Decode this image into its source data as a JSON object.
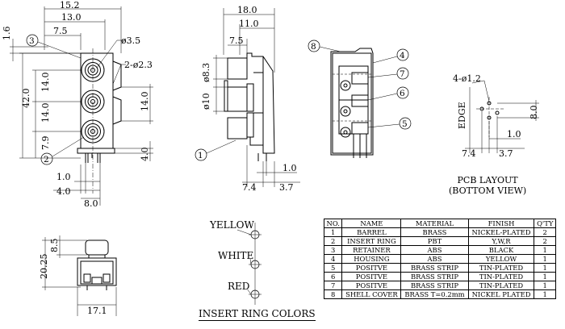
{
  "front_view": {
    "dims": {
      "d15_2": "15.2",
      "d13_0": "13.0",
      "d7_5": "7.5",
      "d1_6": "1.6",
      "d3_5": "ø3.5",
      "d2_2_3": "2-ø2.3",
      "d42_0": "42.0",
      "d14_0a": "14.0",
      "d14_0b": "14.0",
      "d7_9": "7.9",
      "d14_0c": "14.0",
      "d4_0r": "4.0",
      "d1_0": "1.0",
      "d4_0b": "4.0",
      "d8_0": "8.0"
    },
    "callouts": [
      "3",
      "2"
    ]
  },
  "side_view": {
    "dims": {
      "d18_0": "18.0",
      "d11_0": "11.0",
      "d7_5": "7.5",
      "d8_3": "ø8.3",
      "d10": "ø10",
      "d1_0": "1.0",
      "d7_4": "7.4",
      "d3_7": "3.7"
    },
    "callouts": [
      "1"
    ]
  },
  "back_view": {
    "callouts": [
      "8",
      "4",
      "7",
      "6",
      "5"
    ]
  },
  "pcb_layout": {
    "title_line1": "PCB LAYOUT",
    "title_line2": "(BOTTOM VIEW)",
    "dims": {
      "d4_1_2": "4-ø1.2",
      "edge": "EDGE",
      "d8_0": "8.0",
      "d1_0": "1.0",
      "d7_4": "7.4",
      "d3_7": "3.7"
    }
  },
  "top_view": {
    "dims": {
      "d8_5": "8.5",
      "d20_25": "20.25",
      "d17_1": "17.1"
    }
  },
  "insert_ring_colors": {
    "title": "INSERT RING COLORS",
    "labels": [
      "YELLOW",
      "WHITE",
      "RED"
    ]
  },
  "parts_table": {
    "headers": [
      "NO.",
      "NAME",
      "MATERIAL",
      "FINISH",
      "Q'TY"
    ],
    "rows": [
      [
        "1",
        "BARREL",
        "BRASS",
        "NICKEL-PLATED",
        "2"
      ],
      [
        "2",
        "INSERT RING",
        "PBT",
        "Y,W,R",
        "2"
      ],
      [
        "3",
        "RETAINER",
        "ABS",
        "BLACK",
        "1"
      ],
      [
        "4",
        "HOUSING",
        "ABS",
        "YELLOW",
        "1"
      ],
      [
        "5",
        "POSITVE",
        "BRASS STRIP",
        "TIN-PLATED",
        "1"
      ],
      [
        "6",
        "POSITVE",
        "BRASS STRIP",
        "TIN-PLATED",
        "1"
      ],
      [
        "7",
        "POSITVE",
        "BRASS STRIP",
        "TIN-PLATED",
        "1"
      ],
      [
        "8",
        "SHELL COVER",
        "BRASS T=0.2mm",
        "NICKEL PLATED",
        "1"
      ]
    ]
  }
}
